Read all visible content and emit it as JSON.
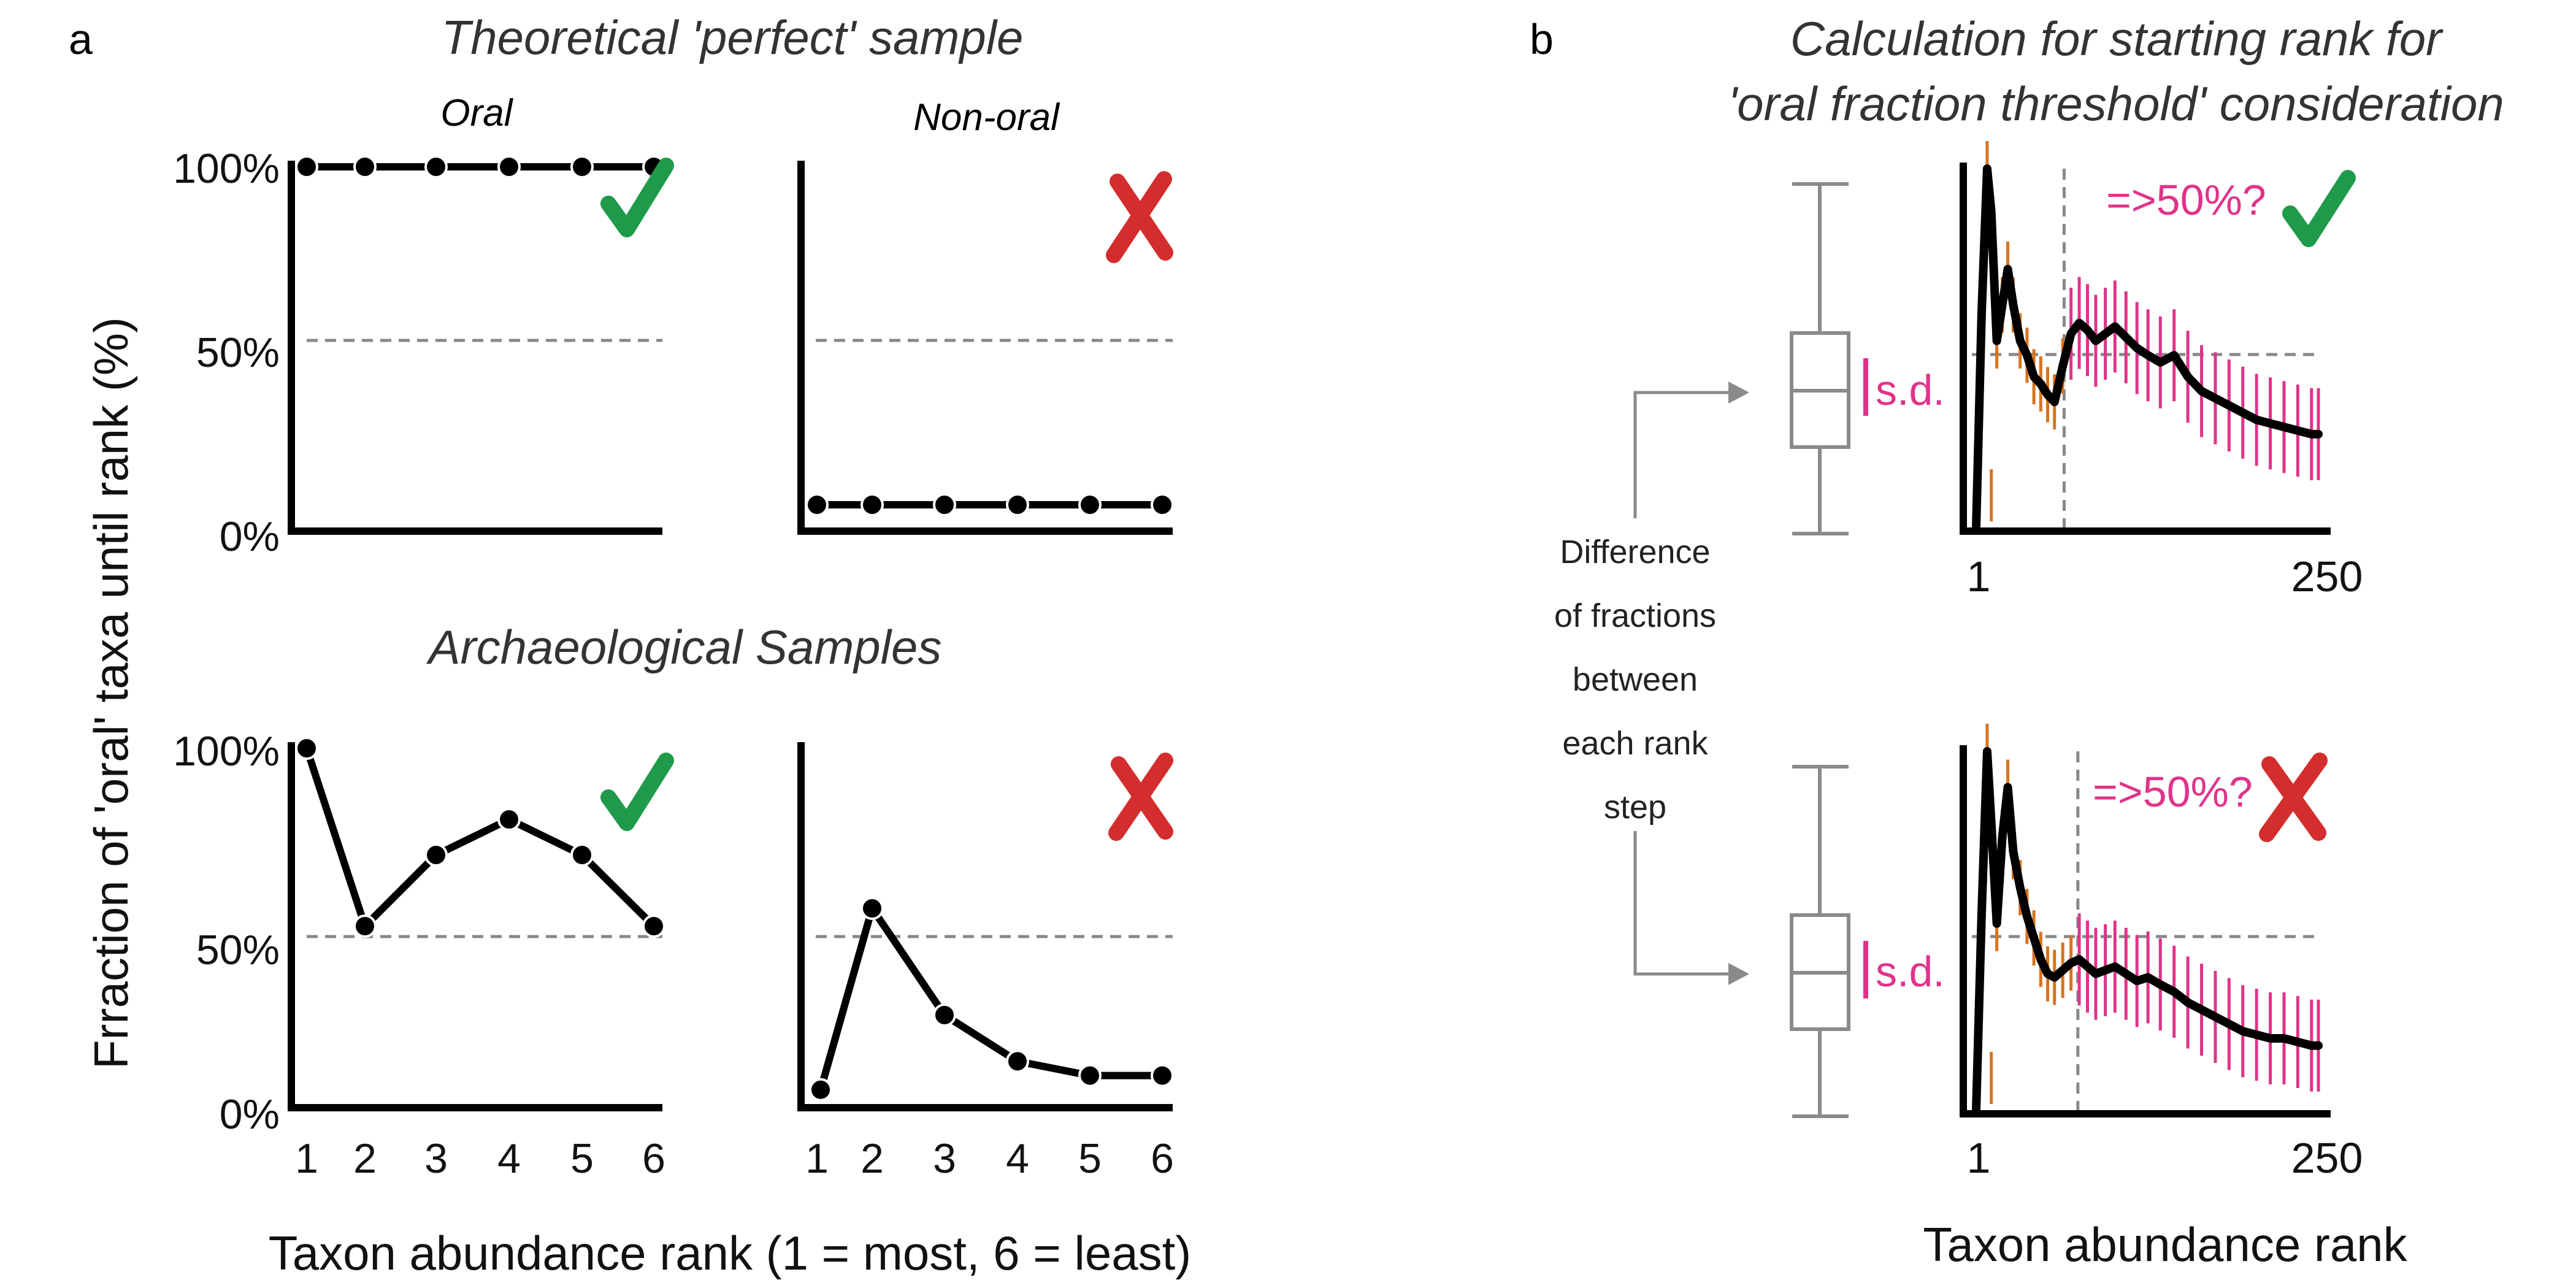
{
  "colors": {
    "axis": "#000000",
    "dashed": "#888888",
    "check": "#1f9a4a",
    "cross": "#d42d2d",
    "magenta": "#e0338a",
    "orange": "#d9731c",
    "box": "#8a8a8a"
  },
  "icons": {
    "check": "check-mark-icon",
    "cross": "cross-mark-icon",
    "arrow": "right-arrow-icon"
  },
  "panel_a": {
    "letter": "a",
    "top_title": "Theoretical 'perfect' sample",
    "bottom_title": "Archaeological Samples",
    "col_oral": "Oral",
    "col_nonoral": "Non-oral",
    "y_label": "Frraction of 'oral' taxa until rank (%)",
    "x_label": "Taxon abundance rank (1 = most, 6 = least)",
    "y_ticks": [
      "100%",
      "50%",
      "0%"
    ],
    "x_ticks": [
      "1",
      "2",
      "3",
      "4",
      "5",
      "6"
    ]
  },
  "panel_b": {
    "letter": "b",
    "title_line1": "Calculation for starting rank for",
    "title_line2": "'oral fraction threshold' consideration",
    "sd_label": "s.d.",
    "threshold_label": "=>50%?",
    "diff_label": [
      "Difference",
      "of fractions",
      "between",
      "each rank",
      "step"
    ],
    "x_ticks": [
      "1",
      "250"
    ],
    "x_label": "Taxon abundance rank"
  },
  "chart_data": [
    {
      "type": "line",
      "panel": "a-top-oral",
      "x": [
        1,
        2,
        3,
        4,
        5,
        6
      ],
      "y": [
        100,
        100,
        100,
        100,
        100,
        100
      ],
      "ylim": [
        0,
        100
      ],
      "threshold": 50,
      "verdict": "pass"
    },
    {
      "type": "line",
      "panel": "a-top-nonoral",
      "x": [
        1,
        2,
        3,
        4,
        5,
        6
      ],
      "y": [
        4,
        4,
        4,
        4,
        4,
        4
      ],
      "ylim": [
        0,
        100
      ],
      "threshold": 50,
      "verdict": "fail"
    },
    {
      "type": "line",
      "panel": "a-bottom-oral",
      "x": [
        1,
        2,
        3,
        4,
        5,
        6
      ],
      "y": [
        100,
        50,
        70,
        80,
        70,
        50
      ],
      "ylim": [
        0,
        100
      ],
      "threshold": 50,
      "verdict": "pass"
    },
    {
      "type": "line",
      "panel": "a-bottom-nonoral",
      "x": [
        1,
        2,
        3,
        4,
        5,
        6
      ],
      "y": [
        4,
        55,
        25,
        12,
        8,
        8
      ],
      "ylim": [
        0,
        100
      ],
      "threshold": 50,
      "verdict": "fail"
    },
    {
      "type": "line",
      "panel": "b-top",
      "xlim": [
        1,
        250
      ],
      "ylim": [
        0,
        100
      ],
      "threshold": 50,
      "start_rank": 65,
      "verdict": "pass",
      "x": [
        1,
        5,
        9,
        12,
        16,
        20,
        24,
        28,
        33,
        38,
        43,
        48,
        53,
        58,
        64,
        70,
        76,
        82,
        88,
        95,
        102,
        110,
        118,
        126,
        135,
        145,
        155,
        165,
        175,
        185,
        195,
        205,
        215,
        225,
        235,
        245,
        250
      ],
      "y": [
        0,
        60,
        100,
        88,
        52,
        62,
        72,
        62,
        52,
        48,
        42,
        40,
        37,
        35,
        45,
        54,
        57,
        55,
        52,
        54,
        56,
        53,
        50,
        48,
        46,
        48,
        42,
        38,
        36,
        34,
        32,
        30,
        29,
        28,
        27,
        26,
        26
      ]
    },
    {
      "type": "line",
      "panel": "b-bottom",
      "xlim": [
        1,
        250
      ],
      "ylim": [
        0,
        100
      ],
      "threshold": 50,
      "start_rank": 75,
      "verdict": "fail",
      "x": [
        1,
        5,
        9,
        12,
        16,
        20,
        24,
        28,
        33,
        38,
        43,
        48,
        53,
        58,
        64,
        70,
        76,
        82,
        88,
        95,
        102,
        110,
        118,
        126,
        135,
        145,
        155,
        165,
        175,
        185,
        195,
        205,
        215,
        225,
        235,
        245,
        250
      ],
      "y": [
        0,
        55,
        100,
        80,
        52,
        76,
        90,
        72,
        62,
        54,
        48,
        42,
        38,
        37,
        39,
        41,
        42,
        40,
        38,
        39,
        40,
        38,
        36,
        37,
        35,
        33,
        30,
        28,
        26,
        24,
        22,
        21,
        20,
        20,
        19,
        18,
        18
      ]
    }
  ]
}
